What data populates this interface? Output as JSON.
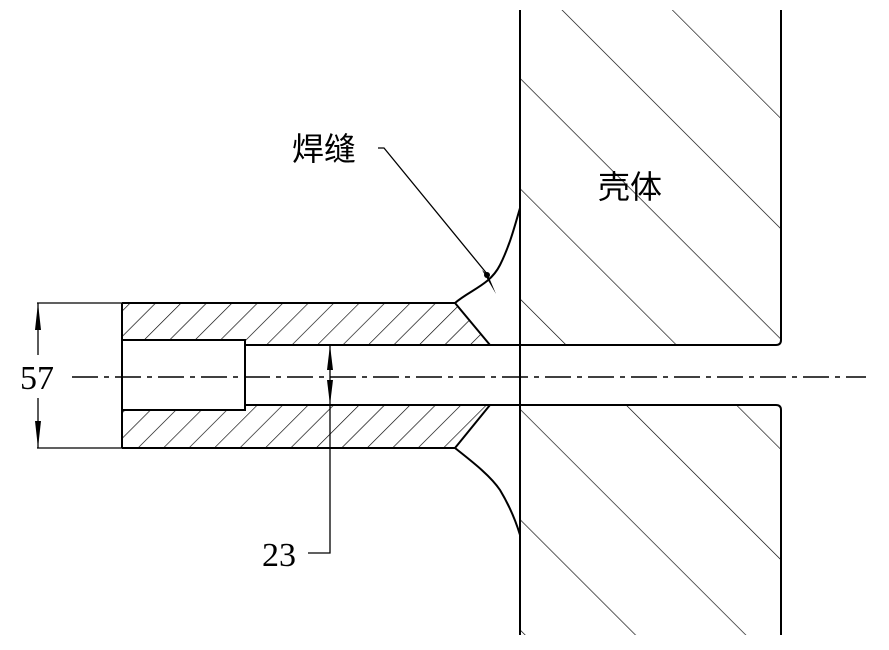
{
  "labels": {
    "weld": "焊缝",
    "shell": "壳体"
  },
  "dimensions": {
    "outer_diameter": "57",
    "inner_diameter": "23"
  },
  "colors": {
    "line": "#000000",
    "background": "#ffffff"
  }
}
